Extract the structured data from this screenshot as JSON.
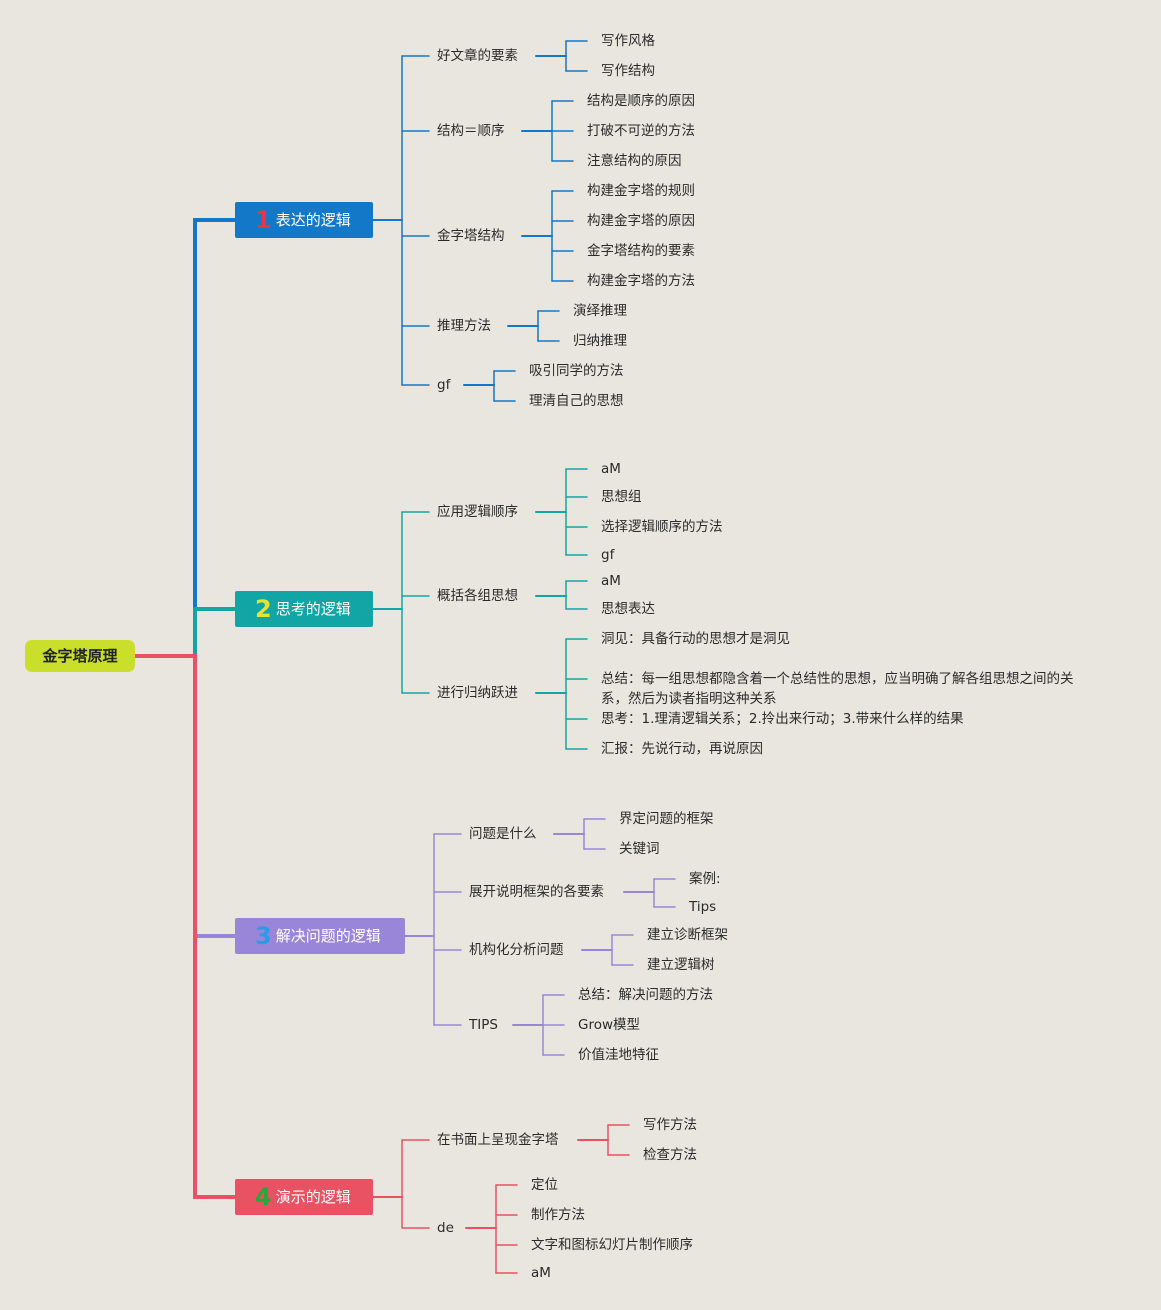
{
  "root": {
    "label": "金字塔原理",
    "color": "#c9df2b"
  },
  "branches": [
    {
      "num": "1",
      "num_color": "#e8334a",
      "label": "表达的逻辑",
      "color": "#1478c8",
      "children": [
        {
          "label": "好文章的要素",
          "children": [
            "写作风格",
            "写作结构"
          ]
        },
        {
          "label": "结构＝顺序",
          "children": [
            "结构是顺序的原因",
            "打破不可逆的方法",
            "注意结构的原因"
          ]
        },
        {
          "label": "金字塔结构",
          "children": [
            "构建金字塔的规则",
            "构建金字塔的原因",
            "金字塔结构的要素",
            "构建金字塔的方法"
          ]
        },
        {
          "label": "推理方法",
          "children": [
            "演绎推理",
            "归纳推理"
          ]
        },
        {
          "label": "gf",
          "children": [
            "吸引同学的方法",
            "理清自己的思想"
          ]
        }
      ]
    },
    {
      "num": "2",
      "num_color": "#e3e332",
      "label": "思考的逻辑",
      "color": "#12a5a6",
      "children": [
        {
          "label": "应用逻辑顺序",
          "children": [
            "aM",
            "思想组",
            "选择逻辑顺序的方法",
            "gf"
          ]
        },
        {
          "label": "概括各组思想",
          "children": [
            "aM",
            "思想表达"
          ]
        },
        {
          "label": "进行归纳跃进",
          "children": [
            "洞见：具备行动的思想才是洞见",
            "总结：每一组思想都隐含着一个总结性的思想，应当明确了解各组思想之间的关系，然后为读者指明这种关系",
            "思考：1.理清逻辑关系；2.拎出来行动；3.带来什么样的结果",
            "汇报：先说行动，再说原因"
          ]
        }
      ]
    },
    {
      "num": "3",
      "num_color": "#2b9be8",
      "label": "解决问题的逻辑",
      "color": "#9a86d8",
      "children": [
        {
          "label": "问题是什么",
          "children": [
            "界定问题的框架",
            "关键词"
          ]
        },
        {
          "label": "展开说明框架的各要素",
          "children": [
            "案例:",
            "Tips"
          ]
        },
        {
          "label": "机构化分析问题",
          "children": [
            "建立诊断框架",
            "建立逻辑树"
          ]
        },
        {
          "label": "TIPS",
          "children": [
            "总结：解决问题的方法",
            "Grow模型",
            "价值洼地特征"
          ]
        }
      ]
    },
    {
      "num": "4",
      "num_color": "#2aa63a",
      "label": "演示的逻辑",
      "color": "#e85262",
      "children": [
        {
          "label": "在书面上呈现金字塔",
          "children": [
            "写作方法",
            "检查方法"
          ]
        },
        {
          "label": "de",
          "children": [
            "定位",
            "制作方法",
            "文字和图标幻灯片制作顺序",
            "aM"
          ]
        }
      ]
    }
  ]
}
